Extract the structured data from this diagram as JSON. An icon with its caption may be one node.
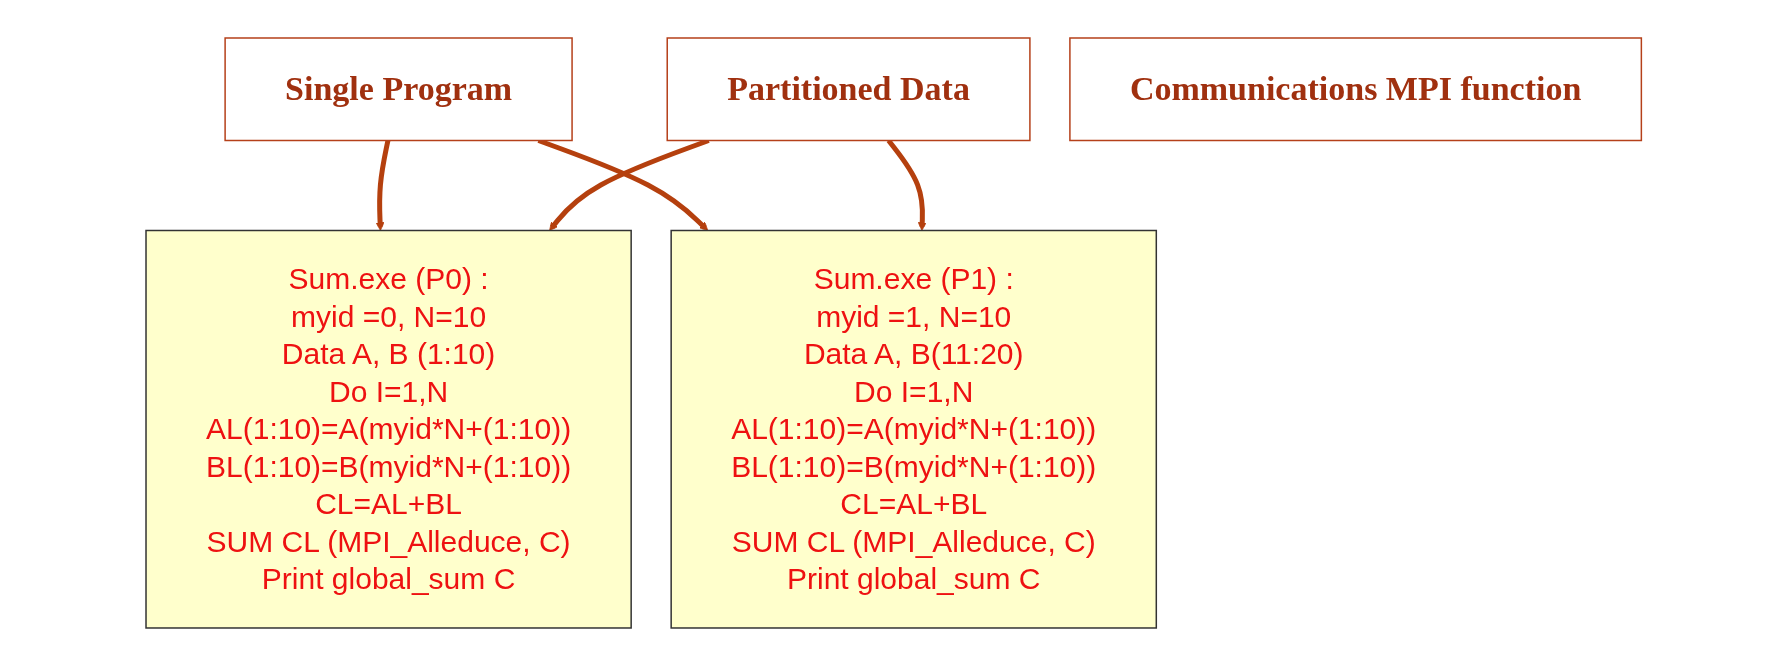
{
  "diagram": {
    "nodes": [
      {
        "text": [
          "Sum.exe (P0) :",
          "myid =0, N=10",
          "Data A, B (1:10)",
          "Do I=1,N",
          "AL(1:10)=A(myid*N+(1:10))",
          "BL(1:10)=B(myid*N+(1:10))",
          "CL=AL+BL",
          "SUM CL (MPI_Alleduce, C)",
          "Print global_sum C"
        ]
      },
      {
        "text": [
          "Single Program"
        ]
      },
      {
        "text": [
          "Partitioned Data"
        ]
      },
      {
        "text": [
          "Communications MPI function"
        ]
      },
      {
        "text": [
          "Sum.exe (P1) :",
          "myid =1, N=10",
          "Data A, B(11:20)",
          "Do I=1,N",
          "AL(1:10)=A(myid*N+(1:10))",
          "BL(1:10)=B(myid*N+(1:10))",
          "CL=AL+BL",
          "SUM CL (MPI_Alleduce, C)",
          "Print global_sum C"
        ]
      }
    ],
    "edges": [
      {
        "from": 1,
        "to": 0,
        "arrow": "to"
      },
      {
        "from": 1,
        "to": 4,
        "arrow": "to"
      },
      {
        "from": 2,
        "to": 0,
        "arrow": "to"
      },
      {
        "from": 2,
        "to": 4,
        "arrow": "to"
      }
    ]
  }
}
